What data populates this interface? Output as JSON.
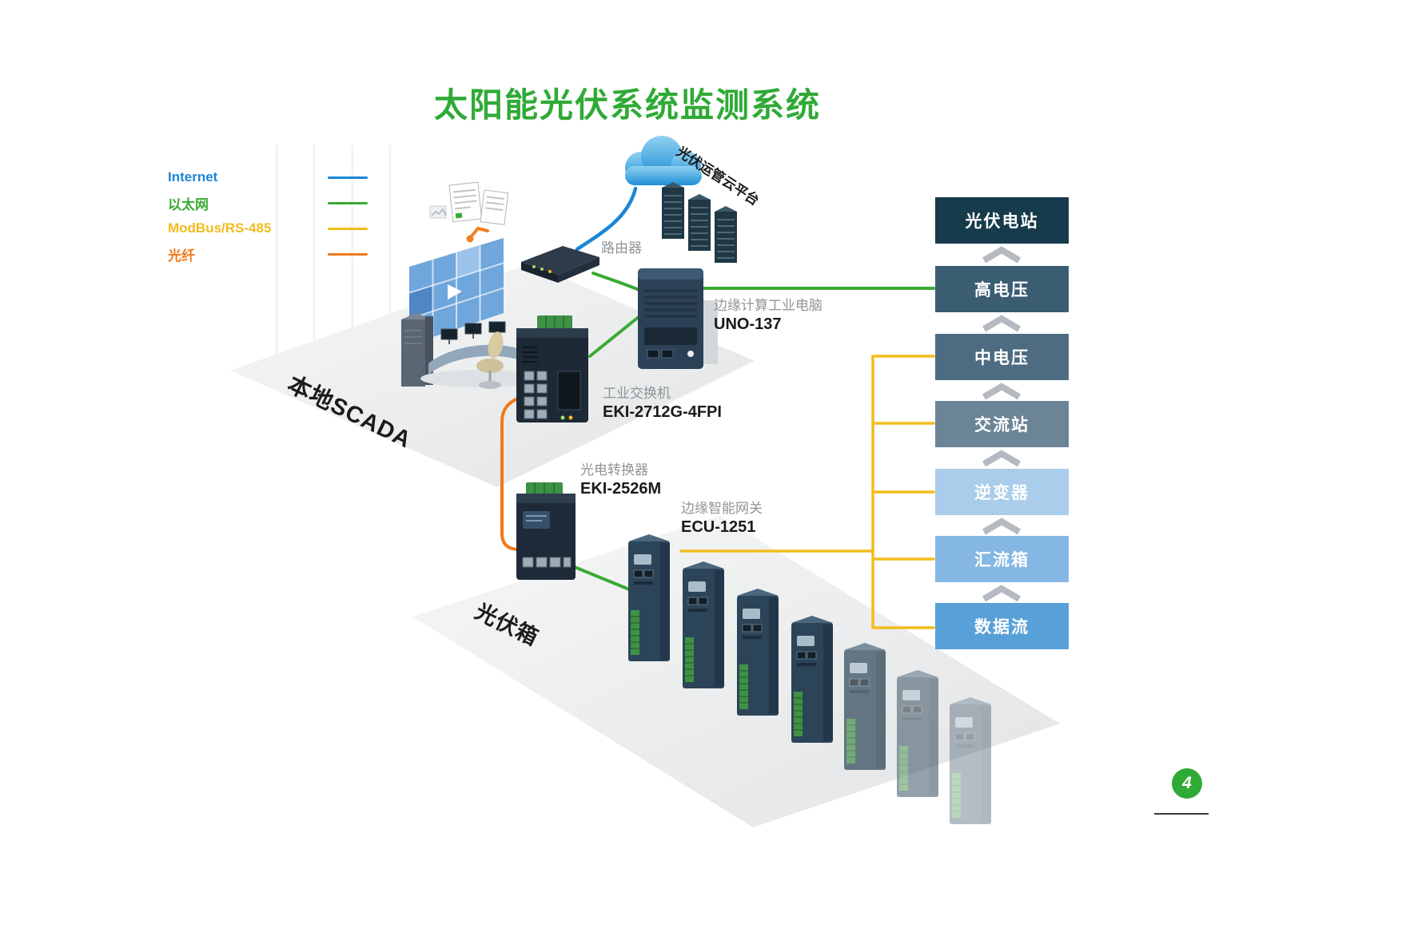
{
  "title": "太阳能光伏系统监测系统",
  "page_number": "4",
  "legend": {
    "items": [
      {
        "label": "Internet",
        "color": "#1a86d8"
      },
      {
        "label": "以太网",
        "color": "#3aaa35"
      },
      {
        "label": "ModBus/RS-485",
        "color": "#f2bc1c"
      },
      {
        "label": "光纤",
        "color": "#f0791b"
      }
    ]
  },
  "cloud": {
    "label": "光伏运管云平台"
  },
  "zones": {
    "scada": {
      "label": "本地SCADA"
    },
    "pv_box": {
      "label": "光伏箱"
    }
  },
  "devices": {
    "router": {
      "label": "路由器"
    },
    "edge_pc": {
      "desc": "边缘计算工业电脑",
      "model": "UNO-137"
    },
    "switch": {
      "desc": "工业交换机",
      "model": "EKI-2712G-4FPI"
    },
    "converter": {
      "desc": "光电转换器",
      "model": "EKI-2526M"
    },
    "gateway": {
      "desc": "边缘智能网关",
      "model": "ECU-1251"
    }
  },
  "stack": {
    "items": [
      {
        "label": "光伏电站",
        "color": "#173a4c"
      },
      {
        "label": "高电压",
        "color": "#3a5d72"
      },
      {
        "label": "中电压",
        "color": "#4d6c81"
      },
      {
        "label": "交流站",
        "color": "#6b8496"
      },
      {
        "label": "逆变器",
        "color": "#a9cdea"
      },
      {
        "label": "汇流箱",
        "color": "#84b7e3"
      },
      {
        "label": "数据流",
        "color": "#58a0d8"
      }
    ]
  },
  "colors": {
    "title": "#2faa36",
    "internet": "#1a86d8",
    "ethernet": "#3aaa35",
    "modbus": "#f2bc1c",
    "fiber": "#f0791b"
  }
}
